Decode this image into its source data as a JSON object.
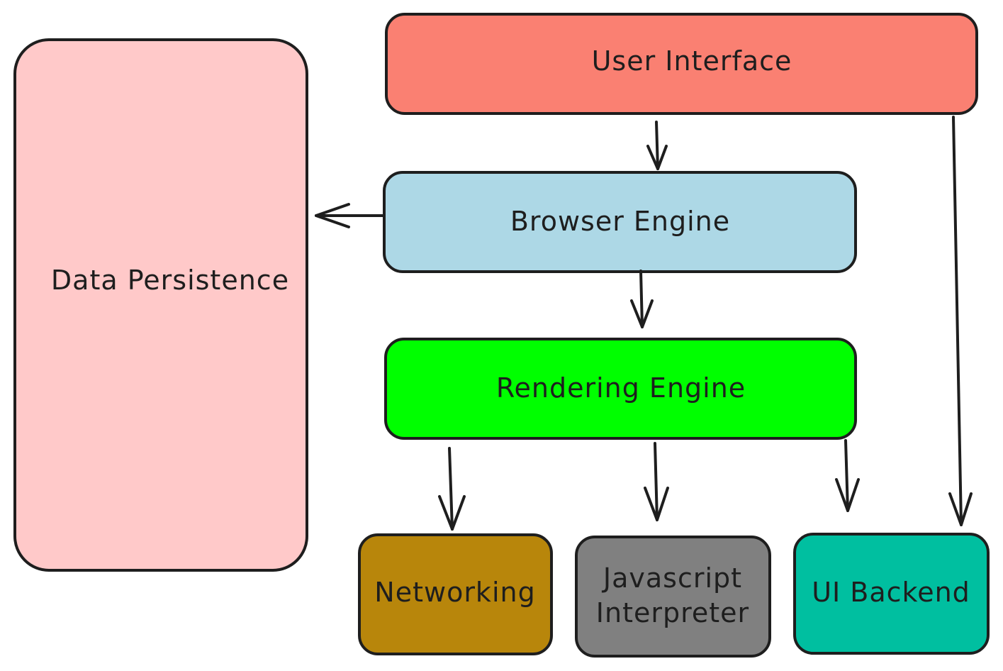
{
  "diagram": {
    "boxes": {
      "data_persistence": {
        "label": "Data Persistence",
        "color": "#ffc9c9"
      },
      "user_interface": {
        "label": "User Interface",
        "color": "#fa8072"
      },
      "browser_engine": {
        "label": "Browser Engine",
        "color": "#add8e6"
      },
      "rendering_engine": {
        "label": "Rendering Engine",
        "color": "#00ff00"
      },
      "networking": {
        "label": "Networking",
        "color": "#b8860b"
      },
      "javascript_interpreter": {
        "label_line1": "Javascript",
        "label_line2": "Interpreter",
        "color": "#808080"
      },
      "ui_backend": {
        "label": "UI Backend",
        "color": "#00bfa0"
      }
    },
    "connections": [
      {
        "from": "User Interface",
        "to": "Browser Engine"
      },
      {
        "from": "User Interface",
        "to": "UI Backend"
      },
      {
        "from": "Browser Engine",
        "to": "Data Persistence"
      },
      {
        "from": "Browser Engine",
        "to": "Rendering Engine"
      },
      {
        "from": "Rendering Engine",
        "to": "Networking"
      },
      {
        "from": "Rendering Engine",
        "to": "Javascript Interpreter"
      },
      {
        "from": "Rendering Engine",
        "to": "UI Backend"
      }
    ]
  }
}
